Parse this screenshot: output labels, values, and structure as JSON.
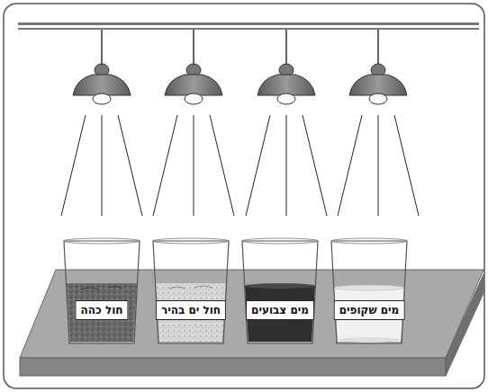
{
  "diagram": {
    "nodes": [
      {
        "text": [
          "מים שקופים"
        ]
      },
      {
        "text": [
          "מים צבועים"
        ]
      },
      {
        "text": [
          "חול ים בהיר"
        ]
      },
      {
        "text": [
          "חול כהה"
        ]
      }
    ]
  }
}
